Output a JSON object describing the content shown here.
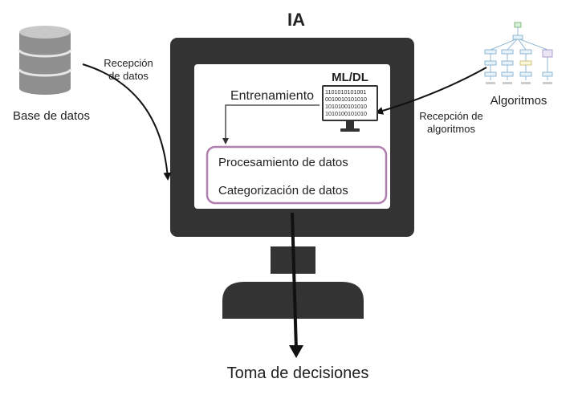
{
  "title": "IA",
  "database": {
    "label": "Base de datos",
    "icon": "database-icon"
  },
  "arrow_left": {
    "line1": "Recepción",
    "line2": "de datos"
  },
  "algorithms": {
    "label": "Algoritmos",
    "icon": "algorithm-flowchart-icon"
  },
  "arrow_right": {
    "line1": "Recepción de",
    "line2": "algoritmos"
  },
  "mini_monitor": {
    "label": "ML/DL",
    "binary": [
      "1101010101001",
      "0010010101010",
      "1010100101010",
      "1010100101010"
    ]
  },
  "training": {
    "label": "Entrenamiento"
  },
  "process_box": {
    "line1": "Procesamiento de datos",
    "line2": "Categorización de datos",
    "border_color": "#b07fb0"
  },
  "output": {
    "label": "Toma de decisiones"
  },
  "colors": {
    "monitor": "#333333",
    "screen": "#ffffff",
    "database": "#9e9e9e",
    "arrow": "#111111"
  }
}
